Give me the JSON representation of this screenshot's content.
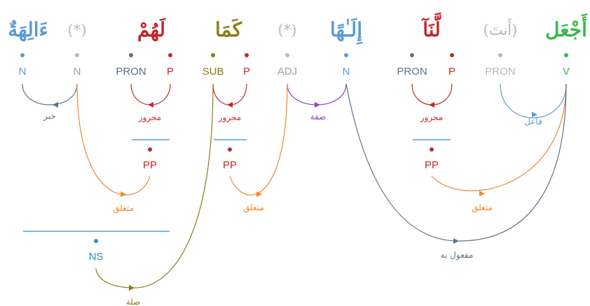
{
  "colors": {
    "noun": "#5b9bd5",
    "grey": "#b8b8b8",
    "pron": "#5f7287",
    "prep": "#c0292b",
    "sub": "#8a7e16",
    "verb": "#37b94c",
    "adj": "#a0a0a0",
    "rel_link": "#f0882c",
    "rel_sifa": "#8e3fcf",
    "ns": "#2496b4"
  },
  "words": [
    {
      "text": "أَجْعَل",
      "color": "#37b94c"
    },
    {
      "text": "(أَنتَ)",
      "color": "#b8b8b8"
    },
    {
      "text": "لَّنَآ",
      "color": "#c0292b"
    },
    {
      "text": "إِلَـٰهًا",
      "color": "#5b9bd5"
    },
    {
      "text": "(*)",
      "color": "#b8b8b8"
    },
    {
      "text": "كَمَا",
      "color": "#8a7e16"
    },
    {
      "text": "لَهُمْ",
      "color": "#c0292b"
    },
    {
      "text": "(*)",
      "color": "#b8b8b8"
    },
    {
      "text": "ءَالِهَةٌ",
      "color": "#5b9bd5"
    }
  ],
  "tags": [
    {
      "label": "V",
      "color": "#37b94c"
    },
    {
      "label": "PRON",
      "color": "#b8b8b8"
    },
    {
      "label": "P",
      "color": "#c0292b"
    },
    {
      "label": "PRON",
      "color": "#5f7287"
    },
    {
      "label": "N",
      "color": "#5b9bd5"
    },
    {
      "label": "ADJ",
      "color": "#a0a0a0"
    },
    {
      "label": "P",
      "color": "#c0292b"
    },
    {
      "label": "SUB",
      "color": "#8a7e16"
    },
    {
      "label": "P",
      "color": "#c0292b"
    },
    {
      "label": "PRON",
      "color": "#5f7287"
    },
    {
      "label": "N",
      "color": "#a0a0a0"
    },
    {
      "label": "N",
      "color": "#5b9bd5"
    }
  ],
  "phrases": [
    {
      "label": "PP",
      "color": "#c0292b"
    },
    {
      "label": "PP",
      "color": "#c0292b"
    },
    {
      "label": "PP",
      "color": "#c0292b"
    },
    {
      "label": "NS",
      "color": "#2496b4"
    }
  ],
  "relations": [
    {
      "label": "فاعل",
      "color": "#5b9bd5"
    },
    {
      "label": "مجرور",
      "color": "#c0292b"
    },
    {
      "label": "صفة",
      "color": "#8e3fcf"
    },
    {
      "label": "مجرور",
      "color": "#c0292b"
    },
    {
      "label": "مجرور",
      "color": "#c0292b"
    },
    {
      "label": "خبر",
      "color": "#5f7287"
    },
    {
      "label": "متعلق",
      "color": "#f0882c"
    },
    {
      "label": "متعلق",
      "color": "#f0882c"
    },
    {
      "label": "متعلق",
      "color": "#f0882c"
    },
    {
      "label": "مفعول به",
      "color": "#5f7287"
    },
    {
      "label": "صلة",
      "color": "#8a7e16"
    }
  ]
}
